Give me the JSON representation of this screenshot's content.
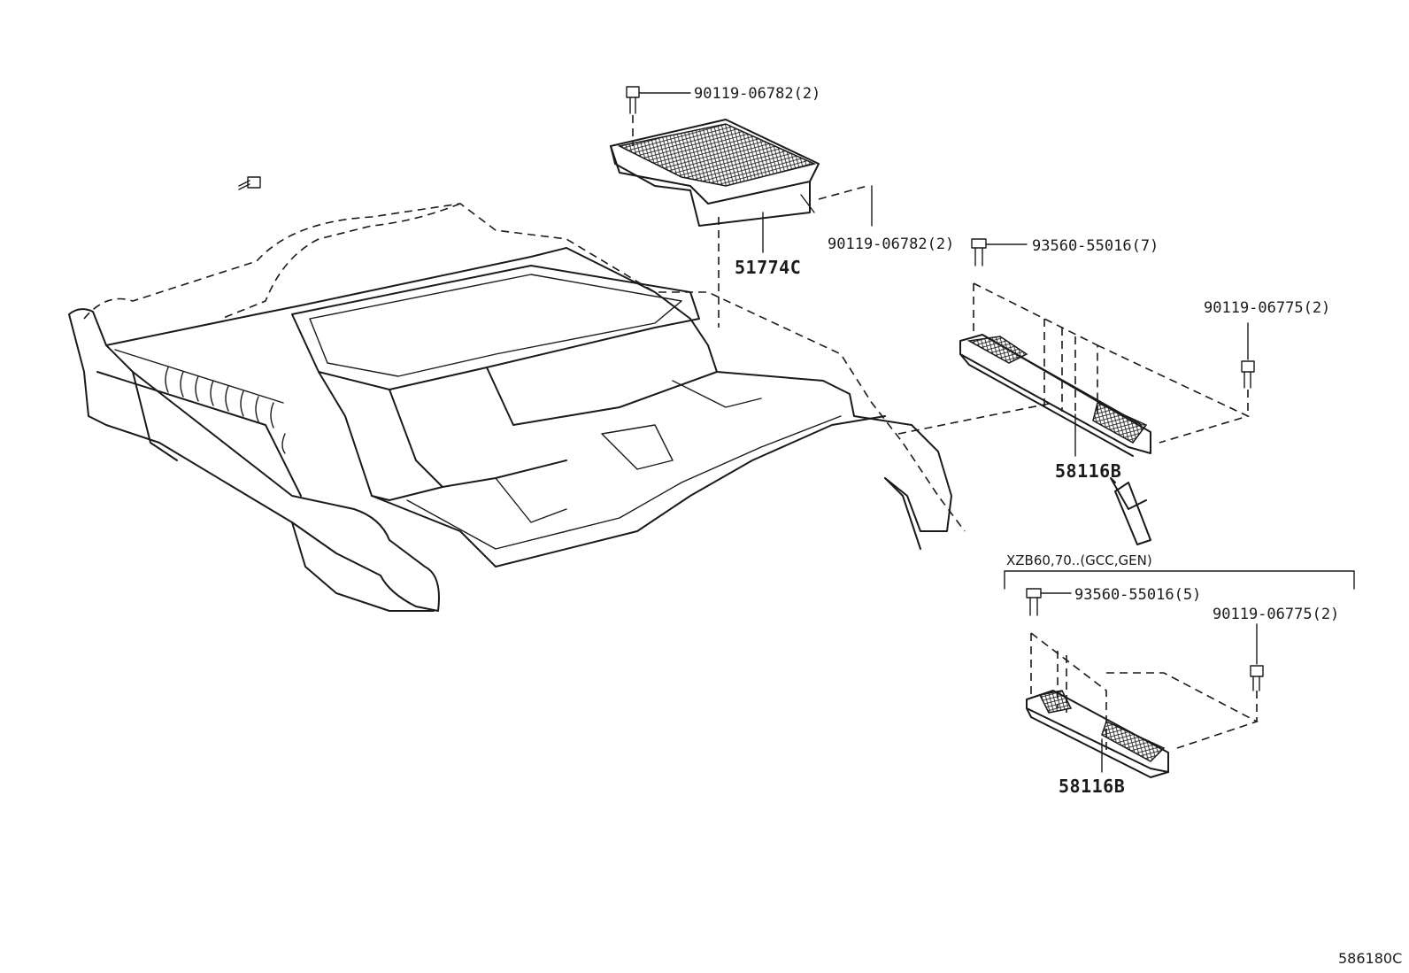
{
  "diagram": {
    "labels": {
      "bolt_top_1": "90119-06782(2)",
      "bolt_top_2": "90119-06782(2)",
      "cover_center": "51774C",
      "screw_upper": "93560-55016(7)",
      "bolt_right_upper": "90119-06775(2)",
      "panel_upper": "58116B",
      "variant_note": "XZB60,70..(GCC,GEN)",
      "screw_lower": "93560-55016(5)",
      "bolt_right_lower": "90119-06775(2)",
      "panel_lower": "58116B",
      "illustration_ref": "586180C"
    },
    "icons": [
      "bolt-icon",
      "screw-icon",
      "arrow-icon"
    ],
    "colors": {
      "ink": "#1a1a1a",
      "background": "#ffffff"
    }
  }
}
